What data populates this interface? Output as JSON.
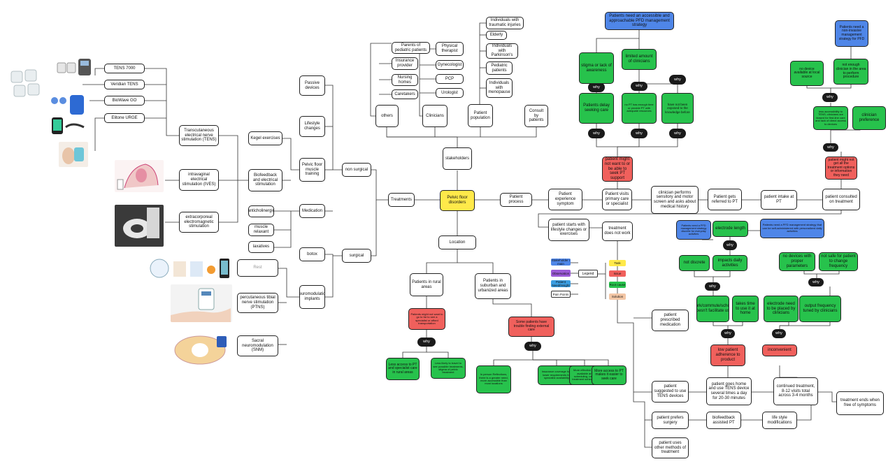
{
  "center": "Pelvic floor disorders",
  "main": {
    "treatment": "Treatments",
    "stakeholders": "stakeholders",
    "process": "Patient process",
    "location": "Location"
  },
  "stakeholders": {
    "others": "others",
    "clinicians": "Clinicians",
    "population": "Patient population",
    "consult": "Consult by patients",
    "others_items": [
      "Parents of pediatric patients",
      "Insurance provider",
      "Nursing homes",
      "Caretakers"
    ],
    "clinician_items": [
      "Physical therapist",
      "Gynecologist",
      "PCP",
      "Urologist"
    ],
    "population_items": [
      "Individuals with traumatic injuries",
      "Elderly",
      "Individuals with Parkinson's",
      "Pediatric patients",
      "Individuals with menopause"
    ]
  },
  "treatment": {
    "nonsurgical": "non surgical",
    "surgical": "surgical",
    "passive": "Passive devices",
    "lifestyle": "Lifestyle changes",
    "pfmt": "Pelvic floor muscle training",
    "medication": "Medication",
    "botox": "botox",
    "neuromod": "neuromodulation implants",
    "kegel": "Kegel exercises",
    "biofeedback": "Biofeedback and electrical stimulation",
    "anticholinergic": "anticholinergic",
    "relaxant": "muscle relaxant",
    "laxatives": "laxatives",
    "tens": "Transcutaneous electrical nerve stimulation (TENS)",
    "ives": "intravaginal electrical stimulation (IVES)",
    "extracorporeal": "extracorporeal electromagnetic stimulation",
    "tens700": "TENS 7000",
    "veridian": "Veridian TENS",
    "biowave": "BioWave GO",
    "elitone": "Elitone URGE",
    "rest": "Rest",
    "ptns": "percutaneous tibial nerve stimulation (PTNS)",
    "snm": "Sacral neuromodulation (SNM)"
  },
  "location": {
    "rural": "Patients in rural areas",
    "suburban": "Patients in suburban and urbanized areas",
    "rural_red": "Patients might not want to go to far to see a specialist or afford transportation",
    "why": "why",
    "rural_g1": "Less access to PT and specialist care in rural areas",
    "rural_g2": "Less likely to travel to see possible treatments, stigma of pelvic treatment",
    "sub_red": "Some patients have trouble finding external care",
    "sub_g1": "In person Reflections, there is a greater need, more accessible than most locations",
    "sub_g2": "Insurance coverage has lower requirements for specialist availability",
    "sub_g3": "More effective care available and scheduling, use of treatment scheduling",
    "sub_g4": "More access to PT makes it easier to seek care"
  },
  "process": {
    "experience": "Patient experience symptom",
    "visit": "Patient visits primary care or specialist",
    "screen": "clinician performs sensitory and motor screen and asks about medical history",
    "referred": "Patient gets referred to PT",
    "intake": "patient intake at PT",
    "consulted": "patient consulted on treatment",
    "lifestyle": "patient starts with lifestyle changes or exercises",
    "notwork": "treatment does not work",
    "prescribed": "patient prescribed medication",
    "suggested": "patient suggested to use TENS devices",
    "surgery": "patient prefers surgery",
    "other": "patient uses other methods of treatment",
    "home": "patient goes home and use TENS device several times a day for 20-30 minutes",
    "continued": "continued treatment, 8-12 visits total across 3-4 months",
    "ends": "treatment ends when free of symptoms",
    "biofeedback": "biofeedback assisted PT",
    "lifemod": "life style modifications",
    "pt_red": "patient might not want to or be able to seek PT support",
    "delay": "Patients delay seeking care",
    "limited_g": "no PT has enough time or provide PT with adequate resources",
    "notexposed": "have not been exposed to the knowledge before",
    "stigma": "stigma or lack of awareness",
    "limited_clin": "limited amount of clinicians",
    "top_blue": "Patients need an accessible and approachable PFD management strategy",
    "consult_red": "patient might not get all the treatment options or information they need",
    "recommend": "less accessibility to TENS; clinicians are biased for first-line care and lack of direct access to devices",
    "preference": "clinician preference",
    "nodevice": "no device available at local source",
    "notenough": "not enough clinician in the area to perform procedure",
    "noninvasive_blue": "Patients need a non-invasive management strategy for PFD"
  },
  "tens_issues": {
    "discrete": "not discrete",
    "impacts": "impacts daily activities",
    "electrode": "electrode length",
    "blue1": "Patients need a PFD management strategy discrete for everyday activities",
    "blue2": "Patients need a PFD management strategy that can be self-administered with personalized daily activities",
    "work": "work/commute/school doesn't facilitate use",
    "time": "takes time to use it at home",
    "placed": "electrode need to be placed by clinicians",
    "output": "output frequency tuned by clinicians",
    "proper": "no devices with proper parameters",
    "safe": "not safe for patient to change frequency",
    "low_red": "low patient adherence to product",
    "inconvenient": "inconvenient"
  },
  "why": "why",
  "legend": {
    "title": "Legend",
    "left": [
      "Stakeholder / main",
      "Observation",
      "Patient Need/Insight",
      "Pain Points"
    ],
    "right": [
      "Task",
      "Issue",
      "Root cause",
      "Solution"
    ]
  },
  "colors": {
    "red": "#f0605c",
    "green": "#27c24c",
    "blue": "#4f86e8",
    "yellow": "#ffe94a",
    "black": "#1a1a1a"
  }
}
